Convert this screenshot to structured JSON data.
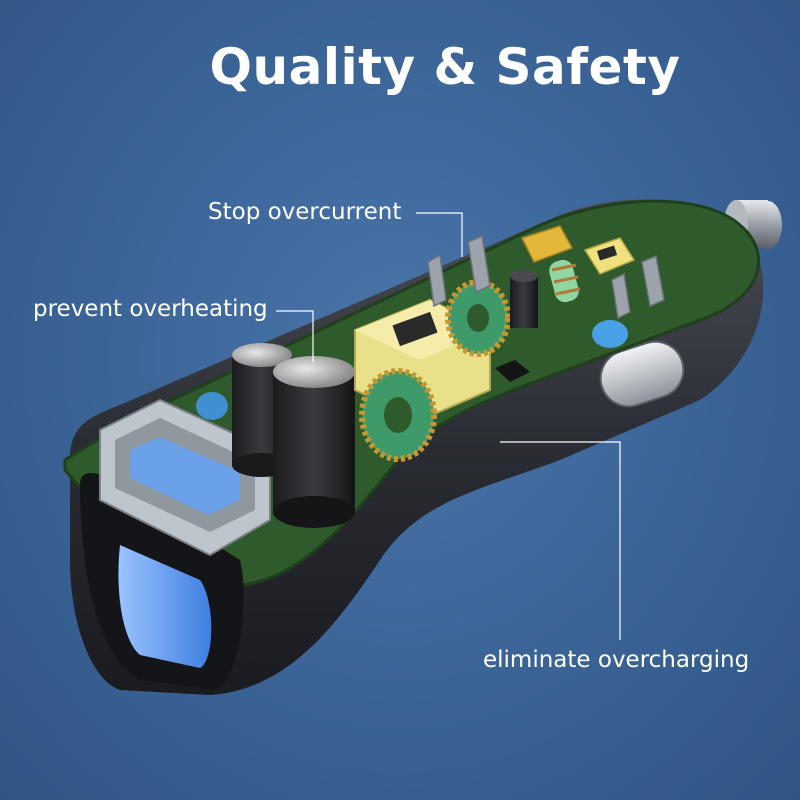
{
  "title": "Quality & Safety",
  "callouts": {
    "overcurrent": "Stop overcurrent",
    "overheating": "prevent overheating",
    "overcharging": "eliminate overcharging"
  },
  "colors": {
    "background": "#3d6699",
    "board": "#2f5a2c",
    "housing": "#2a2c33",
    "text": "#ffffff"
  }
}
